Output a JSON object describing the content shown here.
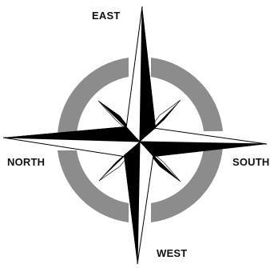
{
  "labels": {
    "top": "EAST",
    "left": "NORTH",
    "right": "SOUTH",
    "bottom": "WEST"
  },
  "colors": {
    "ring": "#8c8c8c",
    "needle": "#000000",
    "needle_light": "#ffffff",
    "background": "#ffffff"
  }
}
